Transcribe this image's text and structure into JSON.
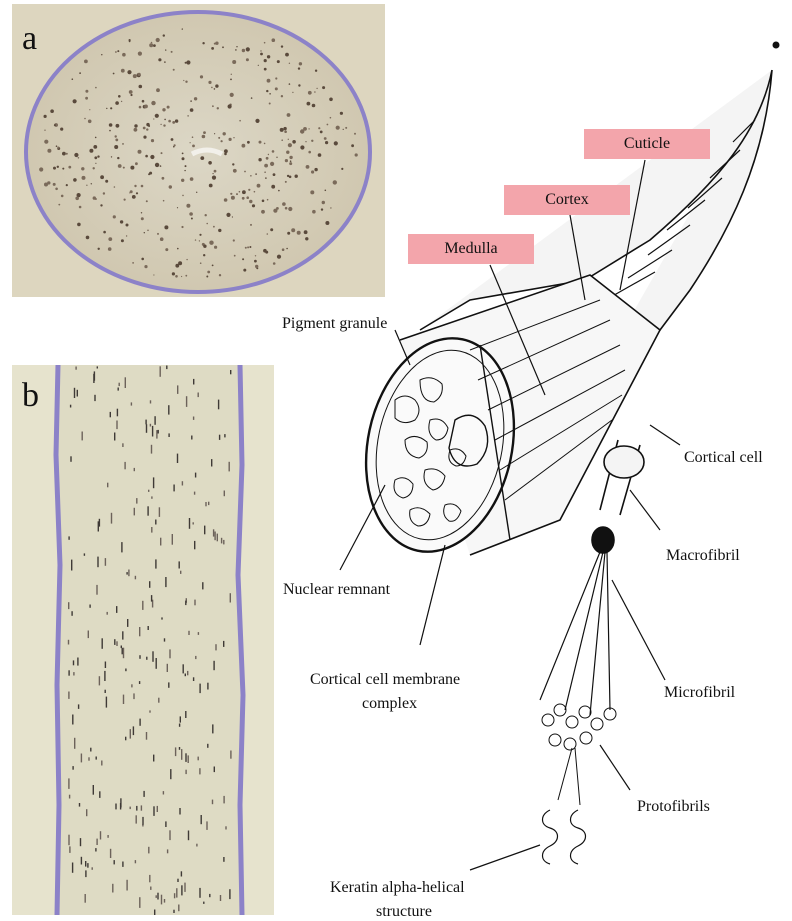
{
  "panels": {
    "a": {
      "letter": "a"
    },
    "b": {
      "letter": "b"
    }
  },
  "highlight_labels": {
    "medulla": "Medulla",
    "cortex": "Cortex",
    "cuticle": "Cuticle"
  },
  "callouts": {
    "pigment_granule": "Pigment granule",
    "cortical_cell": "Cortical cell",
    "macrofibril": "Macrofibril",
    "microfibril": "Microfibril",
    "protofibrils": "Protofibrils",
    "nuclear_remnant": "Nuclear remnant",
    "cortical_cell_membrane_complex_line1": "Cortical cell membrane",
    "cortical_cell_membrane_complex_line2": "complex",
    "keratin_line1": "Keratin alpha-helical",
    "keratin_line2": "structure"
  },
  "colors": {
    "highlight": "#f3a5ab",
    "stain_border": "#8c82c8",
    "section_background": "#dcd5bc"
  }
}
